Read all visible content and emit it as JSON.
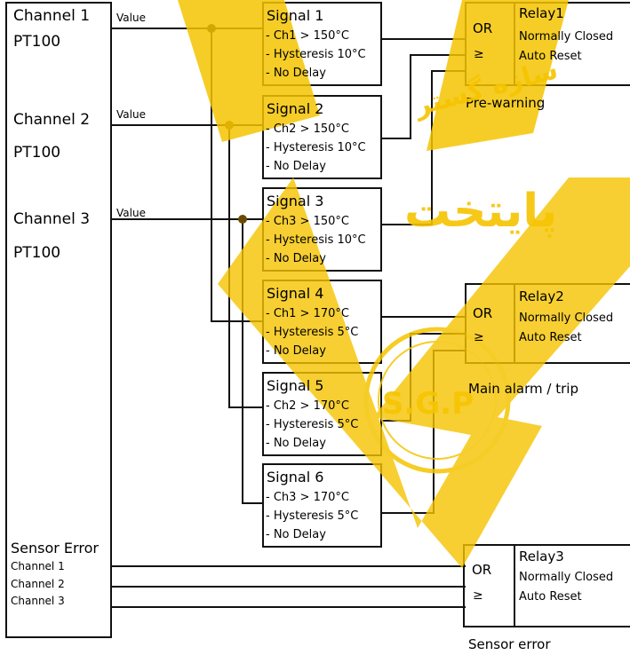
{
  "channels_box": {
    "channels": [
      {
        "name": "Channel 1",
        "sensor": "PT100",
        "output_label": "Value"
      },
      {
        "name": "Channel 2",
        "sensor": "PT100",
        "output_label": "Value"
      },
      {
        "name": "Channel 3",
        "sensor": "PT100",
        "output_label": "Value"
      }
    ],
    "sensor_error": {
      "title": "Sensor Error",
      "items": [
        "Channel 1",
        "Channel 2",
        "Channel 3"
      ]
    }
  },
  "signals": [
    {
      "title": "Signal 1",
      "condition": "- Ch1 > 150°C",
      "hysteresis": "- Hysteresis 10°C",
      "delay": "- No Delay"
    },
    {
      "title": "Signal 2",
      "condition": "- Ch2 > 150°C",
      "hysteresis": "- Hysteresis 10°C",
      "delay": "- No Delay"
    },
    {
      "title": "Signal 3",
      "condition": "- Ch3 > 150°C",
      "hysteresis": "- Hysteresis 10°C",
      "delay": "- No Delay"
    },
    {
      "title": "Signal 4",
      "condition": "- Ch1 > 170°C",
      "hysteresis": "- Hysteresis 5°C",
      "delay": "- No Delay"
    },
    {
      "title": "Signal 5",
      "condition": "- Ch2 > 170°C",
      "hysteresis": "- Hysteresis 5°C",
      "delay": "- No Delay"
    },
    {
      "title": "Signal 6",
      "condition": "- Ch3 > 170°C",
      "hysteresis": "- Hysteresis 5°C",
      "delay": "- No Delay"
    }
  ],
  "relays": [
    {
      "gate": "OR",
      "gate_symbol": "≥",
      "title": "Relay1",
      "mode": "Normally Closed",
      "reset": "Auto Reset",
      "caption": "Pre-warning"
    },
    {
      "gate": "OR",
      "gate_symbol": "≥",
      "title": "Relay2",
      "mode": "Normally Closed",
      "reset": "Auto Reset",
      "caption": "Main alarm / trip"
    },
    {
      "gate": "OR",
      "gate_symbol": "≥",
      "title": "Relay3",
      "mode": "Normally Closed",
      "reset": "Auto Reset",
      "caption": "Sensor error"
    }
  ],
  "watermark": {
    "arc_text": "سازه گستر",
    "main_text": "پایتخت",
    "seal_text": "S.G.P"
  },
  "colors": {
    "line": "#111111",
    "watermark": "#f5c400",
    "junction": "#111111",
    "junction_muted": "#6b4a00"
  }
}
